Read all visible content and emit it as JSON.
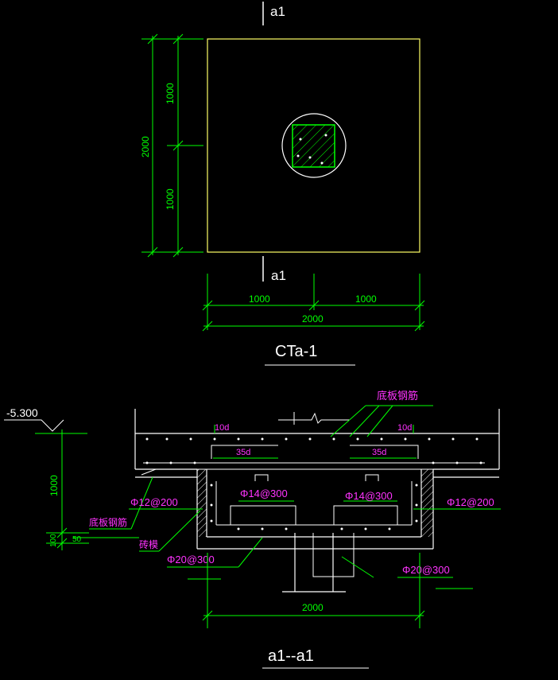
{
  "plan": {
    "section_mark_top": "a1",
    "section_mark_bottom": "a1",
    "dim_left_total": "2000",
    "dim_left_upper": "1000",
    "dim_left_lower": "1000",
    "dim_bottom_left": "1000",
    "dim_bottom_right": "1000",
    "dim_bottom_total": "2000",
    "title": "CTa-1"
  },
  "section": {
    "elevation": "-5.300",
    "label_base_rebar_top": "底板钢筋",
    "label_10d_left": "10d",
    "label_10d_right": "10d",
    "label_35d_left": "35d",
    "label_35d_right": "35d",
    "rebar_left_wall": "Φ12@200",
    "rebar_right_wall": "Φ12@200",
    "rebar_inner_left": "Φ14@300",
    "rebar_inner_right": "Φ14@300",
    "label_base_rebar_left": "底板钢筋",
    "label_brick": "砖模",
    "rebar_bottom_left": "Φ20@300",
    "rebar_bottom_right": "Φ20@300",
    "dim_depth": "1000",
    "dim_100": "100",
    "dim_50": "50",
    "dim_width": "2000",
    "title": "a1--a1"
  },
  "colors": {
    "background": "#000000",
    "dimension": "#00ff00",
    "outline": "#ffffff",
    "plan_boundary": "#ffff66",
    "annotation": "#ff33ff"
  }
}
